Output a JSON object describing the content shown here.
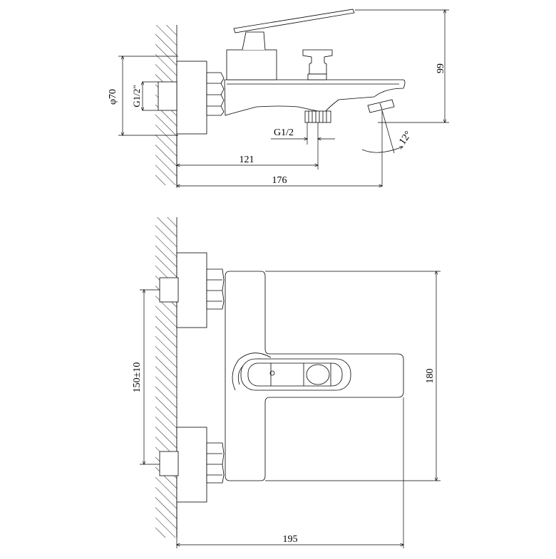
{
  "colors": {
    "line": "#000000",
    "background": "#ffffff"
  },
  "side_view": {
    "dim_height": "99",
    "dim_diameter": "φ70",
    "dim_inlet_thread": "G1/2\"",
    "dim_outlet_thread": "G1/2",
    "dim_spout_angle": "12°",
    "dim_depth_outlet": "121",
    "dim_depth_spout": "176"
  },
  "front_view": {
    "dim_centers": "150±10",
    "dim_height": "180",
    "dim_width": "195"
  }
}
